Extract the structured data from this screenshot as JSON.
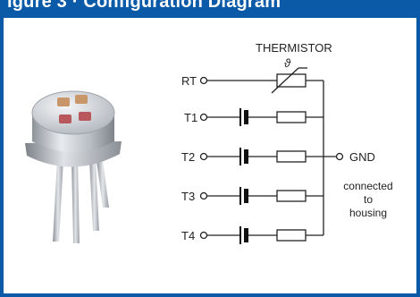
{
  "header": {
    "title": "igure 3 · Configuration Diagram"
  },
  "component": {
    "thermistor_label": "THERMISTOR",
    "theta_symbol": "ϑ"
  },
  "pins": [
    {
      "label": "RT",
      "kind": "thermistor"
    },
    {
      "label": "T1",
      "kind": "thermopile"
    },
    {
      "label": "T2",
      "kind": "thermopile"
    },
    {
      "label": "T3",
      "kind": "thermopile"
    },
    {
      "label": "T4",
      "kind": "thermopile"
    }
  ],
  "ground": {
    "label": "GND",
    "note_line1": "connected",
    "note_line2": "to",
    "note_line3": "housing"
  },
  "colors": {
    "frame": "#0a5aa8",
    "wire": "#222222",
    "filter_orange": "#c9966a",
    "filter_red": "#b8575c"
  }
}
